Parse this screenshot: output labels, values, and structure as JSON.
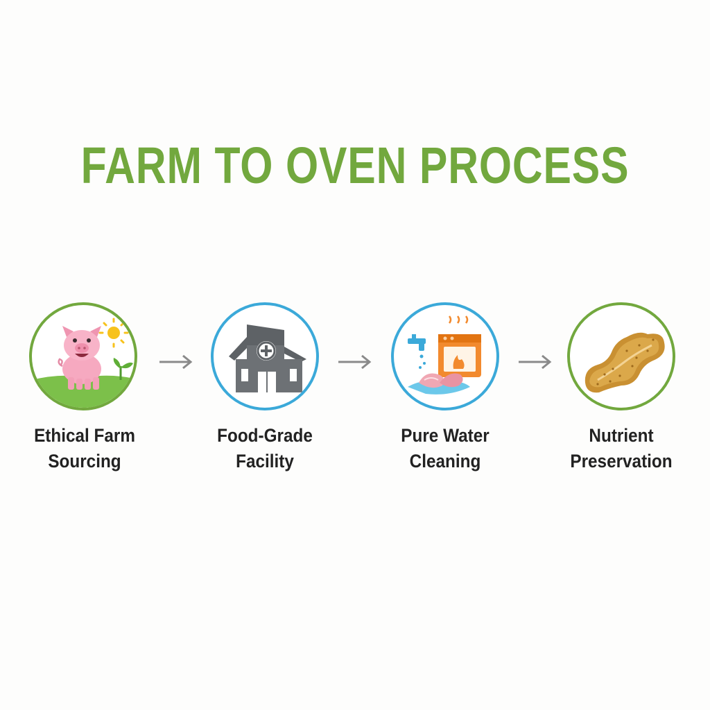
{
  "title": "FARM TO OVEN PROCESS",
  "colors": {
    "green": "#72a83e",
    "blue": "#3ba9d9",
    "arrow": "#8a8a8a",
    "text": "#222222"
  },
  "steps": [
    {
      "icon": "pig-on-farm-icon",
      "border": "green",
      "label_line1": "Ethical Farm",
      "label_line2": "Sourcing"
    },
    {
      "icon": "facility-building-icon",
      "border": "blue",
      "label_line1": "Food-Grade",
      "label_line2": "Facility"
    },
    {
      "icon": "water-and-oven-icon",
      "border": "blue",
      "label_line1": "Pure Water",
      "label_line2": "Cleaning"
    },
    {
      "icon": "baked-treat-icon",
      "border": "green",
      "label_line1": "Nutrient",
      "label_line2": "Preservation"
    }
  ]
}
